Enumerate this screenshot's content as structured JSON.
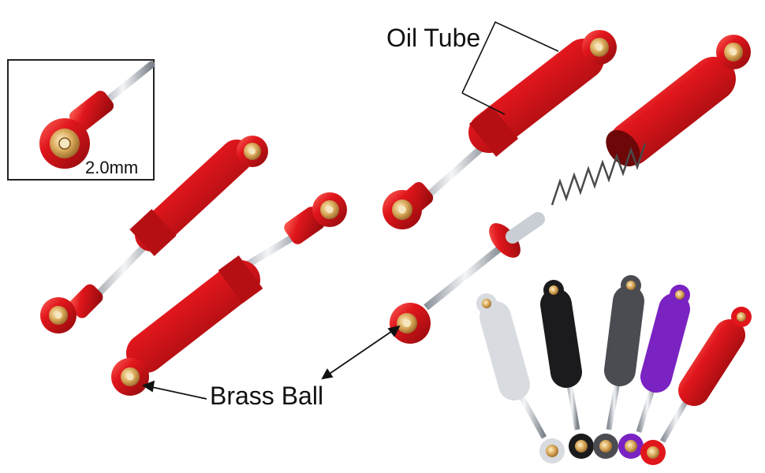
{
  "labels": {
    "oil_tube": "Oil Tube",
    "brass_ball": "Brass Ball",
    "ball_size": "2.0mm"
  },
  "colors": {
    "red_body": "#e0161c",
    "red_dark": "#8e0a0c",
    "red_light": "#ff6a5e",
    "brass": "#d9a85a",
    "chrome": "#c9ced4",
    "silver": "#d8dbe0",
    "black": "#1b1b1d",
    "gunmetal": "#4a4c52",
    "purple": "#7a22c2"
  },
  "variants": [
    "silver",
    "black",
    "gunmetal",
    "purple",
    "red"
  ]
}
